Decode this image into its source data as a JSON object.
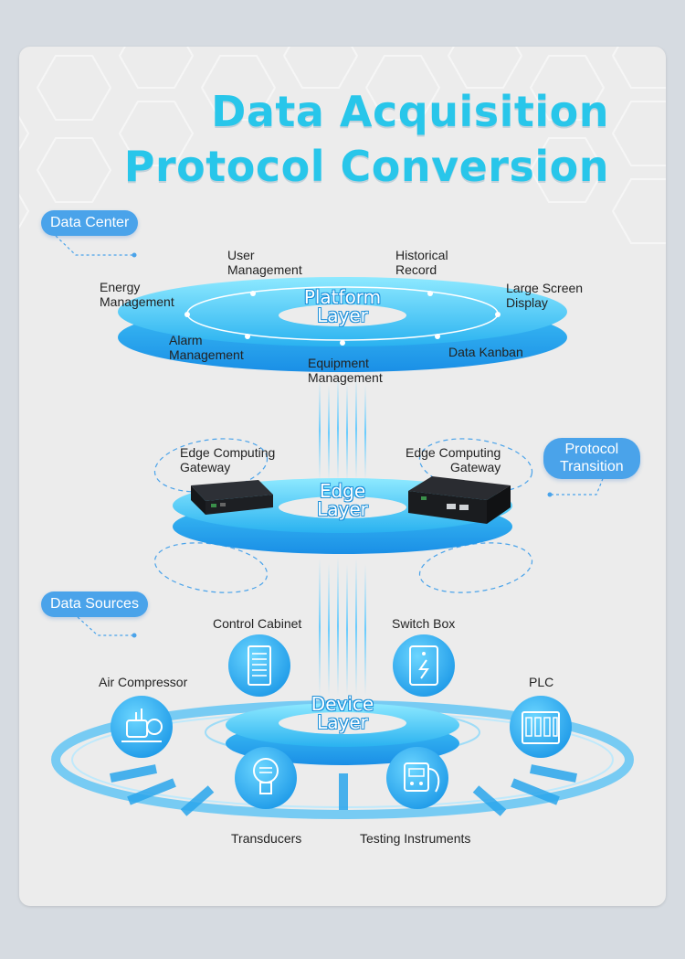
{
  "title": {
    "line1": "Data Acquisition",
    "line2": "Protocol Conversion"
  },
  "tags": {
    "data_center": "Data Center",
    "protocol_transition": [
      "Protocol",
      "Transition"
    ],
    "data_sources": "Data Sources"
  },
  "platform": {
    "name": [
      "Platform",
      "Layer"
    ],
    "modules": {
      "user_management": [
        "User",
        "Management"
      ],
      "historical_record": [
        "Historical",
        "Record"
      ],
      "energy_management": [
        "Energy",
        "Management"
      ],
      "large_screen_display": [
        "Large Screen",
        "Display"
      ],
      "alarm_management": [
        "Alarm",
        "Management"
      ],
      "data_kanban": [
        "Data Kanban"
      ],
      "equipment_management": [
        "Equipment",
        "Management"
      ]
    }
  },
  "edge": {
    "name": [
      "Edge",
      "Layer"
    ],
    "gateway_left": [
      "Edge Computing",
      "Gateway"
    ],
    "gateway_right": [
      "Edge Computing",
      "Gateway"
    ]
  },
  "device": {
    "name": [
      "Device",
      "Layer"
    ],
    "sources": {
      "control_cabinet": "Control Cabinet",
      "switch_box": "Switch Box",
      "air_compressor": "Air Compressor",
      "plc": "PLC",
      "transducers": "Transducers",
      "testing_instruments": "Testing Instruments"
    }
  },
  "colors": {
    "title": "#28c6ea",
    "tag": "#4aa3ea",
    "disc_light": "#7fe2ff",
    "disc_dark": "#1596e8"
  }
}
